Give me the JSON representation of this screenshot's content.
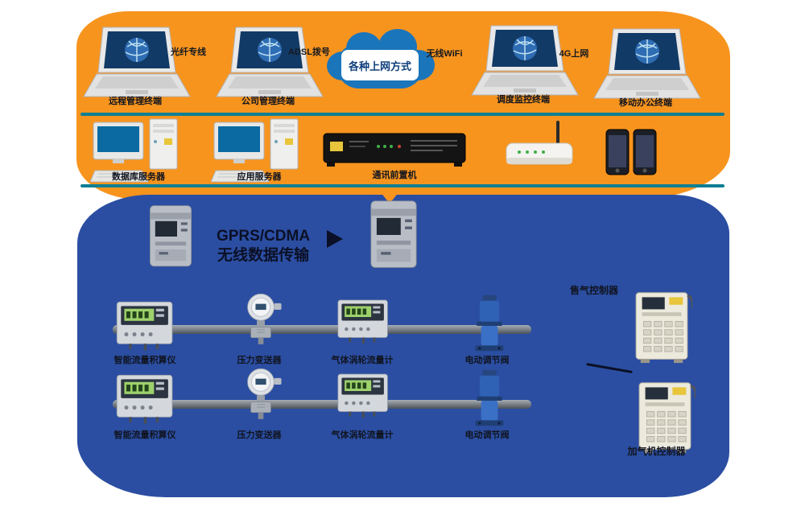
{
  "colors": {
    "internet_zone": "#F7941E",
    "field_zone": "#2B4EA2",
    "bus_line": "#0E7F93",
    "cloud": "#1B75BB"
  },
  "cloud": {
    "label": "各种上网方式"
  },
  "top": {
    "laptops": [
      {
        "label": "远程管理终端"
      },
      {
        "label": "公司管理终端"
      },
      {
        "label": "调度监控终端"
      },
      {
        "label": "移动办公终端"
      }
    ],
    "links": [
      {
        "label": "光纤专线"
      },
      {
        "label": "ADSL拨号"
      },
      {
        "label": "无线WiFi"
      },
      {
        "label": "4G上网"
      }
    ]
  },
  "middle": {
    "server1_label": "数据库服务器",
    "server2_label": "应用服务器",
    "rack_label": "通讯前置机"
  },
  "lower": {
    "transfer_line1": "GPRS/CDMA",
    "transfer_line2": "无线数据传输",
    "station_label": "售气控制器",
    "station_caption": "加气机控制器",
    "row1": [
      {
        "label": "智能流量积算仪"
      },
      {
        "label": "压力变送器"
      },
      {
        "label": "气体涡轮流量计"
      },
      {
        "label": "电动调节阀"
      }
    ],
    "row2": [
      {
        "label": "智能流量积算仪"
      },
      {
        "label": "压力变送器"
      },
      {
        "label": "气体涡轮流量计"
      },
      {
        "label": "电动调节阀"
      }
    ]
  }
}
